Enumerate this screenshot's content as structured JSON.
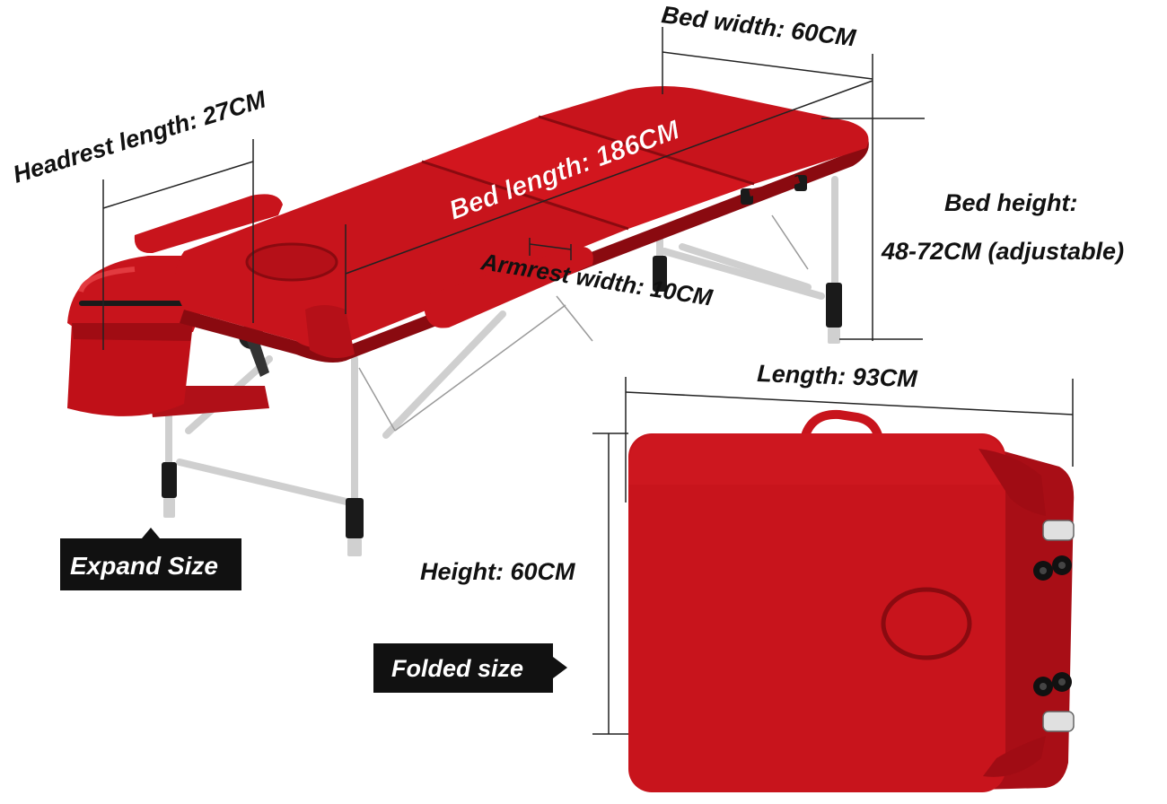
{
  "labels": {
    "headrest_length": "Headrest length: 27CM",
    "bed_length": "Bed length: 186CM",
    "bed_width": "Bed width: 60CM",
    "armrest_width": "Armrest width: 10CM",
    "bed_height_title": "Bed height:",
    "bed_height_value": "48-72CM (adjustable)",
    "folded_length": "Length: 93CM",
    "folded_height": "Height: 60CM",
    "expand_size": "Expand Size",
    "folded_size": "Folded size"
  },
  "colors": {
    "upholstery": "#c8141c",
    "upholstery_dark": "#8a0a10",
    "upholstery_light": "#e23a3f",
    "frame": "#d9d9d9",
    "leg_grip": "#1a1a1a",
    "badge_bg": "#111111",
    "badge_text": "#ffffff",
    "dimension_line": "#222222"
  }
}
